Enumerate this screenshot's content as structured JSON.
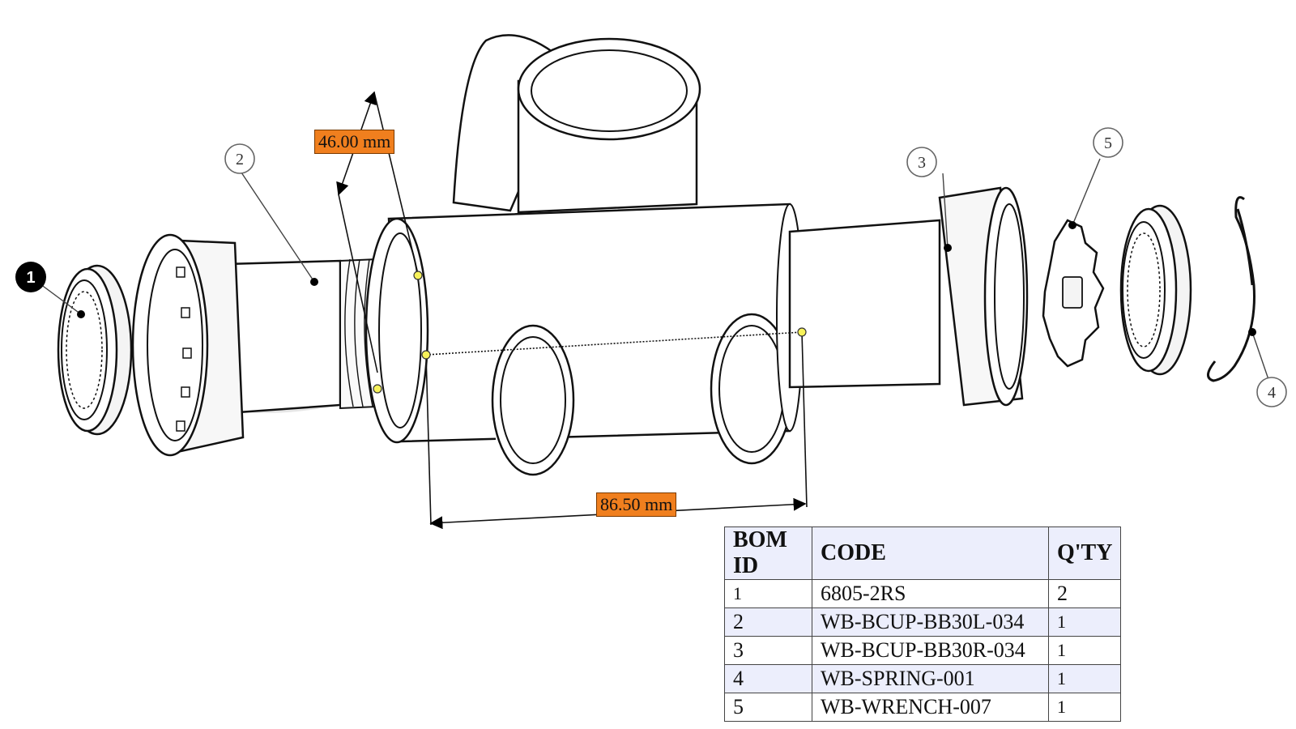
{
  "callouts": {
    "c1": "1",
    "c2": "2",
    "c3": "3",
    "c4": "4",
    "c5": "5"
  },
  "dimensions": {
    "top": "46.00 mm",
    "bottom": "86.50 mm"
  },
  "bom": {
    "headers": {
      "id": "BOM ID",
      "code": "CODE",
      "qty": "Q'TY"
    },
    "rows": [
      {
        "id": "1",
        "code": "6805-2RS",
        "qty": "2"
      },
      {
        "id": "2",
        "code": "WB-BCUP-BB30L-034",
        "qty": "1"
      },
      {
        "id": "3",
        "code": "WB-BCUP-BB30R-034",
        "qty": "1"
      },
      {
        "id": "4",
        "code": "WB-SPRING-001",
        "qty": "1"
      },
      {
        "id": "5",
        "code": "WB-WRENCH-007",
        "qty": "1"
      }
    ]
  },
  "colors": {
    "dimension_label": "#f07f1e",
    "bom_header": "#eceefc",
    "anchor_point": "#f7f25a"
  }
}
